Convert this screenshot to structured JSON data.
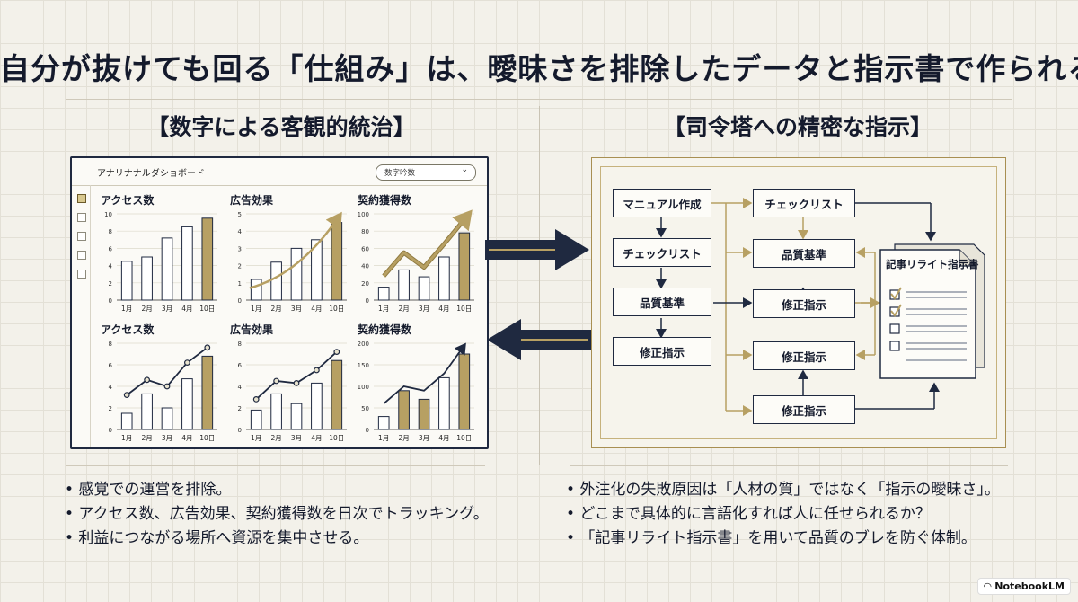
{
  "title": "自分が抜けても回る「仕組み」は、曖昧さを排除したデータと指示書で作られる",
  "left": {
    "heading": "【数字による客観的統治】",
    "dashboard": {
      "title": "アナリナナルダショボード",
      "select_value": "数字吟数",
      "chevron_icon": "chevron-down-icon"
    },
    "bullets": [
      "• 感覚での運営を排除。",
      "• アクセス数、広告効果、契約獲得数を日次でトラッキング。",
      "• 利益につながる場所へ資源を集中させる。"
    ]
  },
  "right": {
    "heading": "【司令塔への精密な指示】",
    "flow": {
      "col1": [
        "マニュアル作成",
        "チェックリスト",
        "品質基準",
        "修正指示"
      ],
      "col2": [
        "チェックリスト",
        "品質基準",
        "修正指示",
        "修正指示",
        "修正指示"
      ],
      "doc_title": "記事リライト指示書"
    },
    "bullets": [
      "• 外注化の失敗原因は「人材の質」ではなく「指示の曖昧さ」。",
      "• どこまで具体的に言語化すれば人に任せられるか？",
      "• 「記事リライト指示書」を用いて品質のブレを防ぐ体制。"
    ]
  },
  "brand": "NotebookLM",
  "colors": {
    "navy": "#1f2940",
    "gold": "#b7a063",
    "cream": "#f3f1ea"
  },
  "chart_data": [
    {
      "type": "bar",
      "title": "アクセス数",
      "categories": [
        "1月",
        "2月",
        "3月",
        "4月",
        "10日"
      ],
      "values": [
        4.5,
        5,
        7.2,
        8.5,
        9.5
      ],
      "ylim": [
        0,
        10
      ],
      "yticks": [
        0,
        2,
        4,
        6,
        8,
        10
      ],
      "highlight_last": true,
      "trend": "none"
    },
    {
      "type": "bar",
      "title": "広告効果",
      "categories": [
        "1月",
        "2月",
        "3月",
        "4月",
        "10日"
      ],
      "values": [
        1.2,
        2.2,
        3,
        3.5,
        4.5
      ],
      "ylim": [
        0,
        5
      ],
      "yticks": [
        0,
        1,
        2,
        3,
        4,
        5
      ],
      "highlight_last": true,
      "trend": "arrow-curve"
    },
    {
      "type": "bar",
      "title": "契約獲得数",
      "categories": [
        "1月",
        "2月",
        "3月",
        "4月",
        "10日"
      ],
      "values": [
        15,
        35,
        27,
        50,
        78
      ],
      "ylim": [
        0,
        100
      ],
      "yticks": [
        0,
        20,
        40,
        60,
        80,
        100
      ],
      "highlight_last": true,
      "trend": "arrow-zigzag"
    },
    {
      "type": "bar",
      "title": "アクセス数",
      "categories": [
        "1月",
        "2月",
        "3月",
        "4月",
        "10日"
      ],
      "values": [
        1.5,
        3.3,
        2,
        4.7,
        6.8
      ],
      "ylim": [
        0,
        8
      ],
      "yticks": [
        0,
        2,
        4,
        6,
        8
      ],
      "highlight_last": true,
      "trend": "line",
      "line_values": [
        3.2,
        4.6,
        4,
        6.2,
        7.6
      ]
    },
    {
      "type": "bar",
      "title": "広告効果",
      "categories": [
        "1月",
        "2月",
        "3月",
        "4月",
        "10日"
      ],
      "values": [
        1.8,
        3.3,
        2.4,
        4.3,
        6.4
      ],
      "ylim": [
        0,
        8
      ],
      "yticks": [
        0,
        2,
        4,
        6,
        8
      ],
      "highlight_last": true,
      "trend": "line",
      "line_values": [
        2.8,
        4.5,
        4.3,
        5.5,
        7.2
      ]
    },
    {
      "type": "bar",
      "title": "契約獲得数",
      "categories": [
        "1月",
        "2月",
        "3月",
        "4月",
        "10日"
      ],
      "values": [
        30,
        90,
        70,
        120,
        175
      ],
      "ylim": [
        0,
        200
      ],
      "yticks": [
        0,
        50,
        100,
        150,
        200
      ],
      "highlight_last": true,
      "trend": "arrow-line",
      "line_values": [
        60,
        100,
        90,
        130,
        195
      ],
      "gold_bars": [
        1,
        2
      ]
    }
  ]
}
